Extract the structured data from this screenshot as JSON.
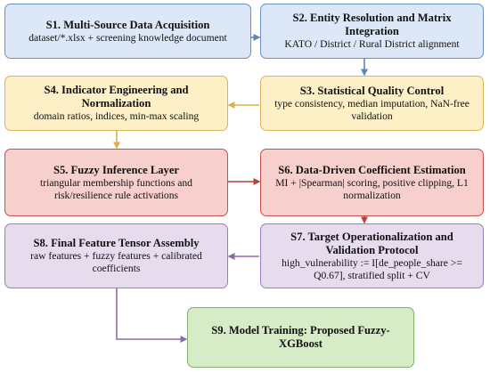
{
  "nodes": {
    "s1": {
      "title": "S1. Multi-Source Data Acquisition",
      "desc": "dataset/*.xlsx + screening knowledge document"
    },
    "s2": {
      "title": "S2. Entity Resolution and Matrix Integration",
      "desc": "KATO / District / Rural District alignment"
    },
    "s3": {
      "title": "S3. Statistical Quality Control",
      "desc": "type consistency, median imputation, NaN-free validation"
    },
    "s4": {
      "title": "S4. Indicator Engineering and Normalization",
      "desc": "domain ratios, indices, min-max scaling"
    },
    "s5": {
      "title": "S5. Fuzzy Inference Layer",
      "desc": "triangular membership functions and risk/resilience rule activations"
    },
    "s6": {
      "title": "S6. Data-Driven Coefficient Estimation",
      "desc": "MI + |Spearman| scoring, positive clipping, L1 normalization"
    },
    "s7": {
      "title": "S7. Target Operationalization and Validation Protocol",
      "desc": "high_vulnerability := I[de_people_share >= Q0.67], stratified split + CV"
    },
    "s8": {
      "title": "S8. Final Feature Tensor Assembly",
      "desc": "raw features + fuzzy features + calibrated coefficients"
    },
    "s9": {
      "title": "S9. Model Training: Proposed Fuzzy-XGBoost",
      "desc": ""
    }
  },
  "colors": {
    "blue_arrow": "#5b86be",
    "yellow_arrow": "#d9b24a",
    "red_arrow": "#b8443e",
    "purple_arrow": "#8d6aac"
  }
}
